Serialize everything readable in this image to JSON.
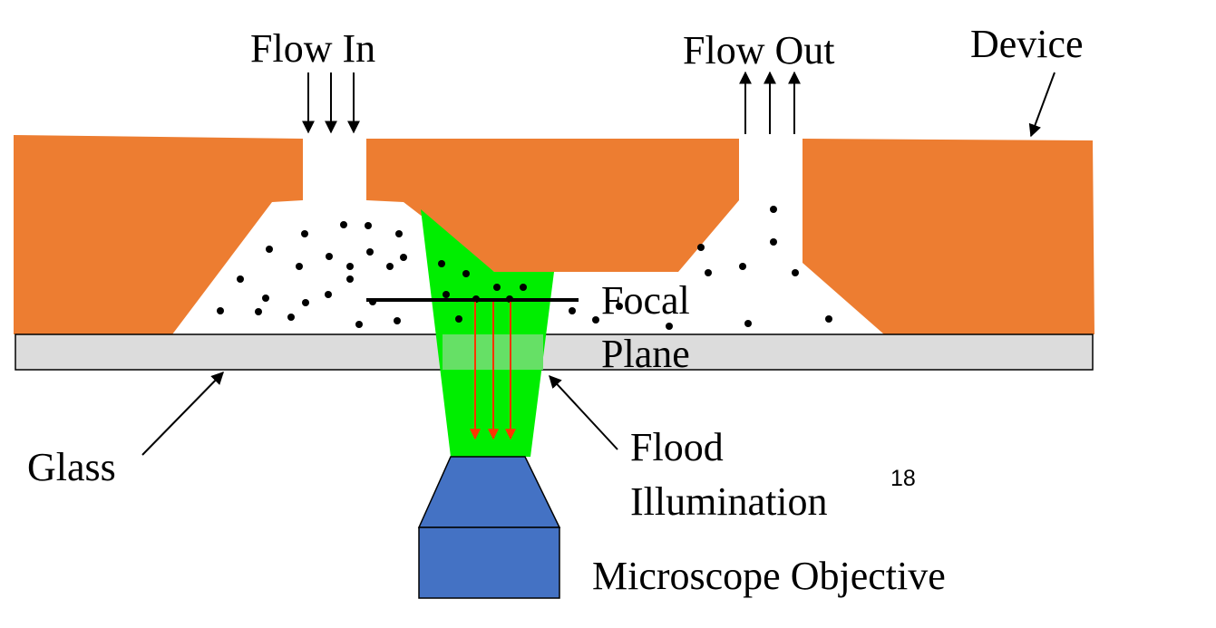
{
  "labels": {
    "flow_in": "Flow In",
    "flow_out": "Flow Out",
    "device": "Device",
    "focal": "Focal",
    "plane": "Plane",
    "glass": "Glass",
    "flood": "Flood",
    "illumination": "Illumination",
    "slide_number": "18",
    "microscope_objective": "Microscope Objective"
  },
  "colors": {
    "device": "#ED7D31",
    "glass": "#DCDCDC",
    "illumination": "#00EE00",
    "illumination_over_glass": "#66E066",
    "objective": "#4472C4",
    "signal_arrows": "#FF3300",
    "particles": "#000000"
  }
}
